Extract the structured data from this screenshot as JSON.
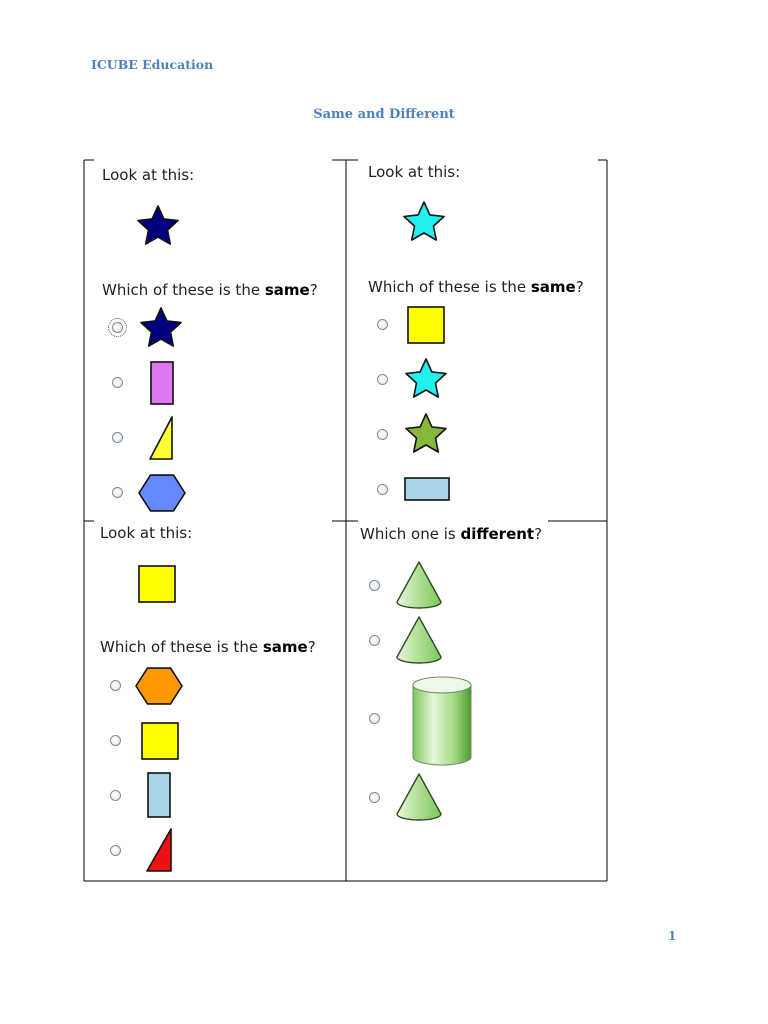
{
  "header": {
    "org": "ICUBE Education"
  },
  "title": "Same and Different",
  "page_number": "1",
  "questions": [
    {
      "prompt": "Look at this:",
      "question_prefix": "Which of these is the ",
      "question_keyword": "same",
      "question_suffix": "?",
      "target": {
        "shape": "star",
        "color": "#000080"
      },
      "options": [
        {
          "shape": "star",
          "color": "#000080"
        },
        {
          "shape": "tall-rectangle",
          "color": "#dd77f0"
        },
        {
          "shape": "right-triangle",
          "color": "#ffff33"
        },
        {
          "shape": "hexagon",
          "color": "#6688ff"
        }
      ]
    },
    {
      "prompt": "Look at this:",
      "question_prefix": "Which of these is the ",
      "question_keyword": "same",
      "question_suffix": "?",
      "target": {
        "shape": "star",
        "color": "#22f0f0"
      },
      "options": [
        {
          "shape": "square",
          "color": "#ffff00"
        },
        {
          "shape": "star",
          "color": "#22f0f0"
        },
        {
          "shape": "star",
          "color": "#88b83a"
        },
        {
          "shape": "wide-rectangle",
          "color": "#a8d4e6"
        }
      ]
    },
    {
      "prompt": "Look at this:",
      "question_prefix": "Which of these is the ",
      "question_keyword": "same",
      "question_suffix": "?",
      "target": {
        "shape": "square",
        "color": "#ffff00"
      },
      "options": [
        {
          "shape": "hexagon",
          "color": "#ff9900"
        },
        {
          "shape": "square",
          "color": "#ffff00"
        },
        {
          "shape": "tall-rectangle",
          "color": "#a8d4e6"
        },
        {
          "shape": "right-triangle",
          "color": "#ee1111"
        }
      ]
    },
    {
      "question_prefix": "Which one is ",
      "question_keyword": "different",
      "question_suffix": "?",
      "options": [
        {
          "shape": "cone",
          "color": "#7fc65a"
        },
        {
          "shape": "cone",
          "color": "#7fc65a"
        },
        {
          "shape": "cylinder",
          "color": "#7fc65a"
        },
        {
          "shape": "cone",
          "color": "#7fc65a"
        }
      ]
    }
  ]
}
